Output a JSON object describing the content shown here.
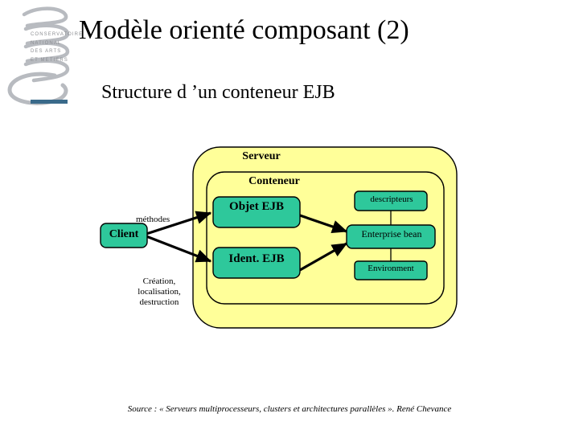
{
  "slide": {
    "title": "Modèle orienté composant (2)",
    "subtitle": "Structure d ’un conteneur EJB",
    "footer_source": "Source : « Serveurs multiprocesseurs, clusters et architectures parallèles ». René Chevance"
  },
  "logo": {
    "name": "cnam-logo",
    "lines": [
      "CONSERVATOIRE",
      "NATIONAL",
      "DES ARTS",
      "ET METIERS"
    ],
    "accent_color": "#3a6a8a",
    "mark_color": "#b8bbc0"
  },
  "colors": {
    "container_fill": "#ffff99",
    "box_fill": "#2ec89b",
    "stroke": "#000000",
    "text": "#000000"
  },
  "diagram": {
    "type": "block-diagram",
    "containers": [
      {
        "id": "serveur",
        "label": "Serveur"
      },
      {
        "id": "conteneur",
        "label": "Conteneur"
      }
    ],
    "nodes": [
      {
        "id": "client",
        "label": "Client"
      },
      {
        "id": "objet-ejb",
        "label": "Objet EJB"
      },
      {
        "id": "ident-ejb",
        "label": "Ident. EJB"
      },
      {
        "id": "descripteurs",
        "label": "descripteurs"
      },
      {
        "id": "enterprise-bean",
        "label": "Enterprise bean"
      },
      {
        "id": "environment",
        "label": "Environment"
      }
    ],
    "edge_labels": {
      "methodes": "méthodes",
      "creation": "Création,\nlocalisation,\ndestruction",
      "creation_line1": "Création,",
      "creation_line2": "localisation,",
      "creation_line3": "destruction"
    },
    "edges": [
      {
        "from": "client",
        "to": "objet-ejb",
        "label": "méthodes",
        "arrow": true
      },
      {
        "from": "client",
        "to": "ident-ejb",
        "label": "Création, localisation, destruction",
        "arrow": true
      },
      {
        "from": "objet-ejb",
        "to": "enterprise-bean",
        "arrow": true
      },
      {
        "from": "ident-ejb",
        "to": "enterprise-bean",
        "arrow": true
      },
      {
        "from": "descripteurs",
        "to": "enterprise-bean",
        "arrow": false
      },
      {
        "from": "enterprise-bean",
        "to": "environment",
        "arrow": false
      }
    ]
  }
}
